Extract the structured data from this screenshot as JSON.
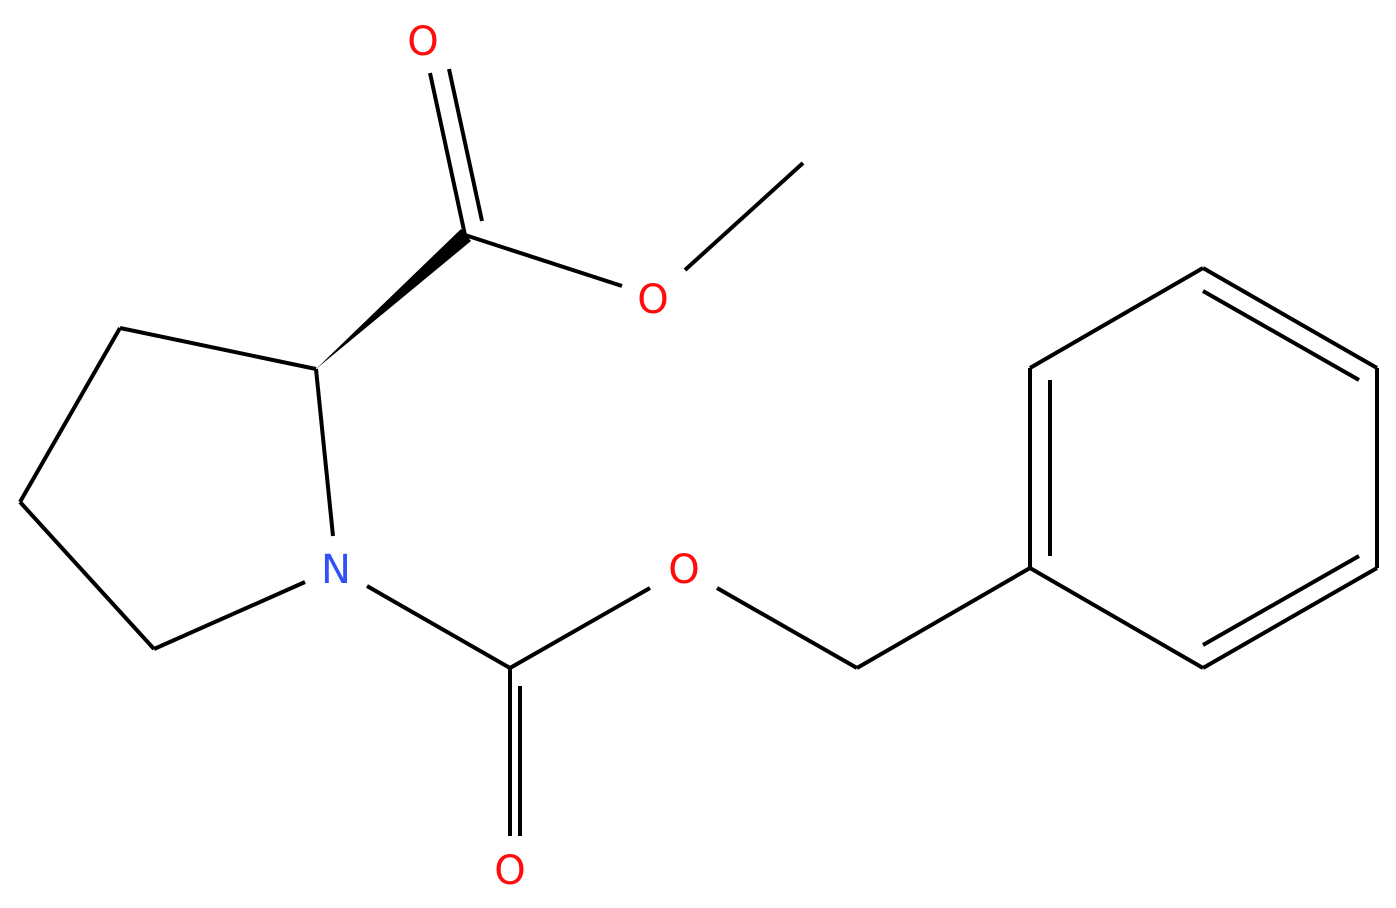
{
  "molecule": {
    "atoms": {
      "carbonyl_oxygen_top": "O",
      "ester_oxygen": "O",
      "carbamate_oxygen": "O",
      "carbonyl_oxygen_bottom": "O",
      "ring_nitrogen": "N"
    },
    "colors": {
      "oxygen": "#ff0d0d",
      "nitrogen": "#3050f8",
      "bond": "#000000"
    }
  }
}
